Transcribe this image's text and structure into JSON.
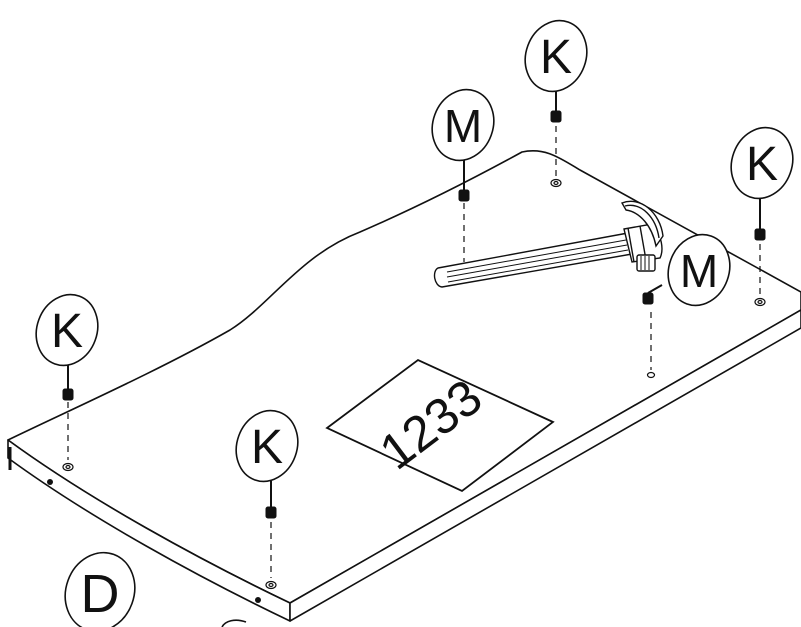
{
  "diagram": {
    "part_number": "1233",
    "callouts": {
      "k_top": "K",
      "k_right": "K",
      "k_left": "K",
      "k_front": "K",
      "m_center": "M",
      "m_right": "M",
      "d_bottom": "D"
    },
    "icons": {
      "tool": "hammer-icon",
      "fasteners": "dowel-pin-icon"
    },
    "colors": {
      "line": "#111111",
      "board": "#ffffff",
      "background": "#ffffff"
    }
  }
}
